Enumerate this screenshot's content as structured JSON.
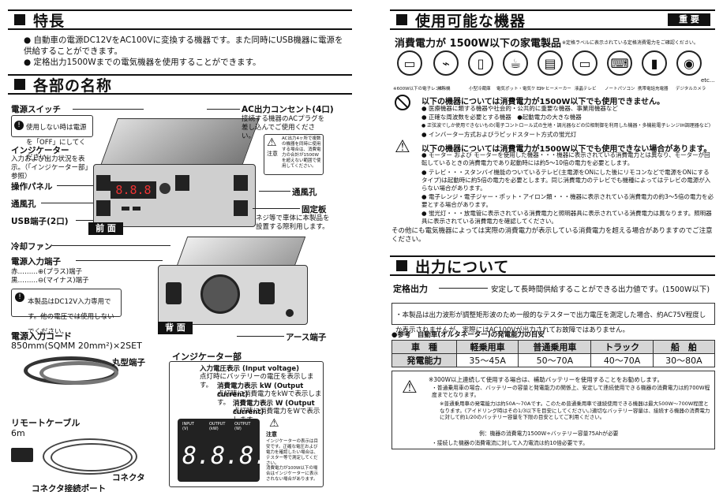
{
  "left": {
    "features": {
      "title": "特長",
      "items": [
        "自動車の電源DC12VをAC100Vに変換する機器です。また同時にUSB機器に電源を供給することができます。",
        "定格出力1500Wまでの電気機器を使用することができます。"
      ]
    },
    "parts": {
      "title": "各部の名称",
      "power_switch": "電源スイッチ",
      "power_switch_note": "使用しない時は電源を「OFF」にしてください。",
      "indicator": "インジケーター",
      "indicator_note": "入力および出力状況を表示。（「インジケーター部」参照）",
      "panel": "操作パネル",
      "vent": "通風孔",
      "usb": "USB端子(2口)",
      "front": "前 面",
      "ac_outlet": "AC出力コンセント(4口)",
      "ac_outlet_note": "接続する機器のACプラグを差し込んでご使用ください。",
      "caution_title": "注意",
      "caution_note": "AC出力4ヶ所で複数の機器を同時に使用する場合は、消費電力の合計が1500W を超えない範囲で使用してください。",
      "vent_right": "通風孔",
      "fixing": "固定板",
      "fixing_note": "ネジ等で車体に本製品を設置する際利用します。",
      "fan": "冷却ファン",
      "input_terminal": "電源入力端子",
      "red": "赤………⊕(プラス)端子",
      "black": "黒………⊖(マイナス)端子",
      "input_note": "本製品はDC12V入力専用です。他の電圧では使用しないでください。",
      "back": "背 面",
      "earth": "アース端子",
      "cord_title": "電源入力コード",
      "cord_spec": "850mm(SQMM 20mm²)×2SET",
      "ring": "丸型端子",
      "remote_title": "リモートケーブル",
      "remote_len": "6m",
      "connector": "コネクタ",
      "connector_port": "コネクタ接続ポート"
    },
    "indicator_section": {
      "title": "インジケーター部",
      "input_v": "入力電圧表示 (Input voltage)",
      "input_v_note": "点灯時にバッテリーの電圧を表示します。",
      "output_kw": "消費電力表示 kW (Output current)",
      "output_kw_note": "点灯時に消費電力をkWで表示します。",
      "output_w": "消費電力表示 W (Output current)",
      "output_w_note": "点灯時に消費電力をWで表示します。",
      "led_labels": [
        "INPUT (V)",
        "OUTPUT (kW)",
        "OUTPUT (W)"
      ],
      "display": "8.8.8.",
      "caution_title": "注意",
      "caution1": "インジケーターの表示は目安です。正確な電圧および電力を確認したい場合は、テスター等で測定してください。",
      "caution2": "消費電力が100W以下の場合はインジケーターに表示されない場合があります。"
    }
  },
  "right": {
    "usable": {
      "title": "使用可能な機器",
      "badge": "重 要",
      "subtitle": "消費電力が 1500W以下の家電製品",
      "subnote": "※定格ラベルに表示されている定格消費電力をご確認ください。",
      "devices": [
        "※600W以下の電子レンジ",
        "掃除機",
        "小型冷蔵庫",
        "電気ポット・電気ケトル",
        "コーヒーメーカー",
        "液晶テレビ",
        "ノートパソコン",
        "携帯電話充電器",
        "デジタルカメラ"
      ],
      "etc": "etc...",
      "prohibit_title": "以下の機器については消費電力が1500W以下でも使用できません。",
      "prohibit_items": [
        "医療機器に類する機器や社会的・公共的に重要な機器、事業用機器など",
        "正確な周波数を必要とする機器　●起動電力の大きな機器",
        "正弦波でしか使用できないもの(電子コントロール式の生地・調光器などの位相制御を利用した機器・多機能電子レンジIH調理器など)",
        "インバーター方式およびラピッドスタート方式の蛍光灯"
      ],
      "warn_title": "以下の機器については消費電力が1500W以下でも使用できない場合があります。",
      "warn_items": [
        "モーター および モーターを使用した機器・・・機器に表示されている消費電力とは異なり、モーターが回転しているときの消費電力であり起動時には約5～10倍の電力を必要とします。",
        "テレビ・・・スタンバイ機能のついているテレビ(主電源をONにした後にリモコンなどで電源をONにするタイプ)は起動時に約5倍の電力を必要とします。同じ消費電力のテレビでも機種によってはテレビの電源が入らない場合があります。",
        "電子レンジ・電子ジャー・ポット・アイロン類・・・機器に表示されている消費電力の約3～5倍の電力を必要とする場合があります。",
        "蛍光灯・・・放電管に表示されている消費電力と照明器具に表示されている消費電力は異なります。照明器具に表示されている消費電力を確認してください。"
      ],
      "footer": "その他にも電気機器によっては実際の消費電力が表示している消費電力を超える場合がありますのでご注意ください。"
    },
    "output": {
      "title": "出力について",
      "rated_label": "定格出力",
      "rated_desc": "安定して長時間供給することができる出力値です。(1500W以下)",
      "note": "・本製品は出力波形が調整矩形波のため一般的なテスターで出力電圧を測定した場合、約AC75V程度しか表示されませんが、実際にはAC100Vが出力されてお故障ではありません。",
      "ref_title": "●参考　自動車(オルタネーター)の発電能力の目安",
      "table": [
        [
          "車　種",
          "軽乗用車",
          "普通乗用車",
          "トラック",
          "船　舶"
        ],
        [
          "発電能力",
          "35～45A",
          "50～70A",
          "40～70A",
          "30～80A"
        ]
      ],
      "tips": [
        "※300W以上連続して使用する場合は、補助バッテリーを使用することをお勧めします。",
        "・普通乗用車の場合、バッテリーの容量と発電能力の関係上、安定して連続使用できる機器の消費電力は約700W程度までとなります。",
        "※普通乗用車の発電能力は約50A～70Aです。このため普通乗用車で連続使用できる機器は最大500W～700W程度となります。(アイドリング時はその1/3以下を目安にしてください。)適切なバッテリー容量は、接続する機器の消費電力に対して約1/20のバッテリー容量を下限の目安としてご利用ください。",
        "例：機器の消費電力1500W÷バッテリー容量75Ahが必要",
        "・接続した機器の消費電流に対して入力電流は約10倍必要です。"
      ]
    }
  }
}
